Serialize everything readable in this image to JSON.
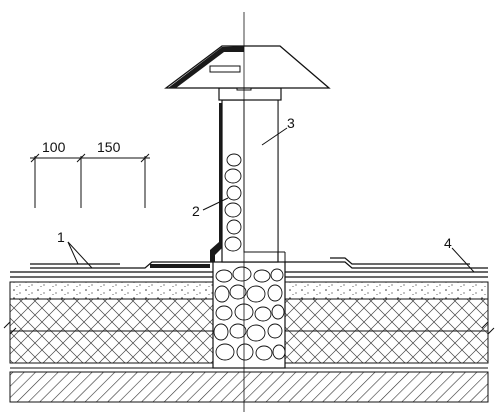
{
  "dimensions": [
    "100",
    "150"
  ],
  "callouts": [
    "1",
    "2",
    "3",
    "4"
  ],
  "colors": {
    "line": "#111111",
    "paper": "#ffffff",
    "fill_dark": "#1a1a1a"
  }
}
